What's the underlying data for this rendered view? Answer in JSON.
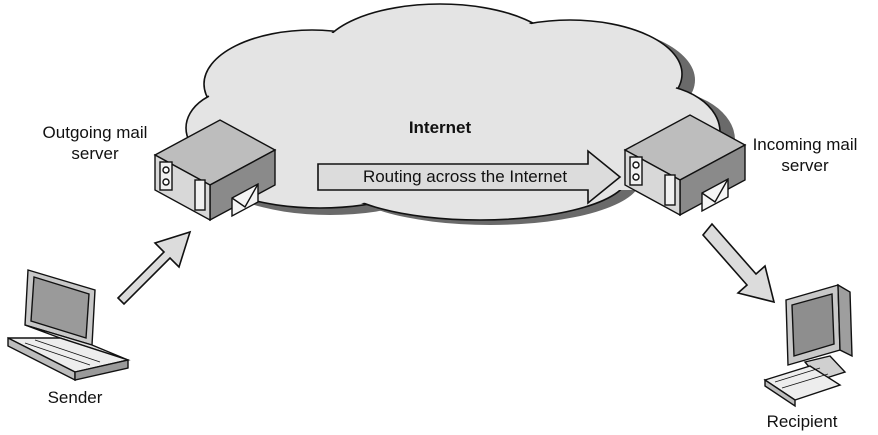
{
  "diagram": {
    "internet_label": "Internet",
    "routing_label": "Routing across the Internet",
    "outgoing_label": "Outgoing mail\nserver",
    "incoming_label": "Incoming mail\nserver",
    "sender_label": "Sender",
    "recipient_label": "Recipient"
  },
  "colors": {
    "cloud_fill": "#e4e4e4",
    "cloud_shadow": "#6a6a6a",
    "arrow_fill": "#dcdcdc",
    "stroke": "#111111"
  }
}
